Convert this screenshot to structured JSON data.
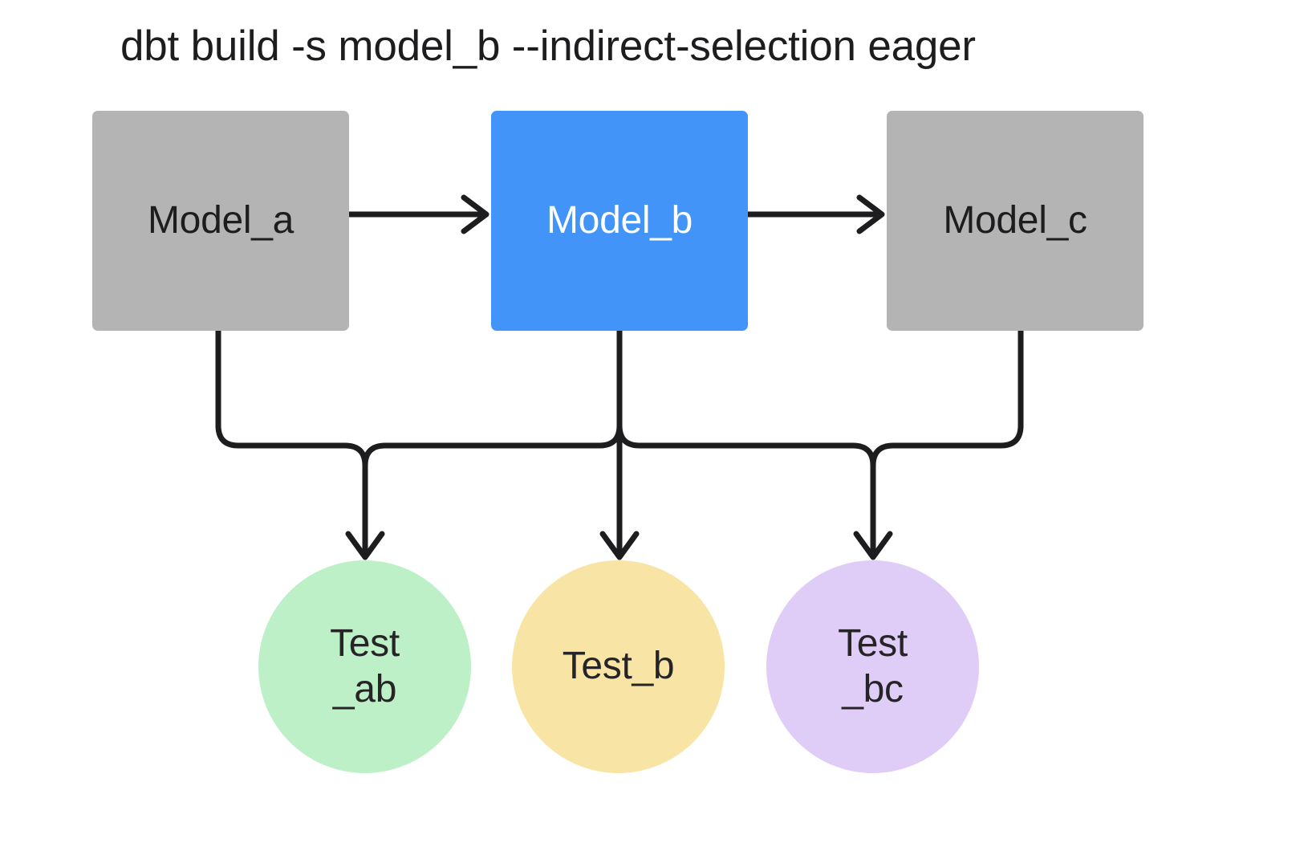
{
  "diagram": {
    "title": "dbt build -s model_b --indirect-selection eager",
    "background": "#ffffff",
    "edge_color": "#1d1d1f"
  },
  "models": [
    {
      "id": "model_a",
      "label": "Model_a",
      "fill": "#b4b4b4",
      "text_color": "#1d1d1f",
      "selected": false
    },
    {
      "id": "model_b",
      "label": "Model_b",
      "fill": "#4294f8",
      "text_color": "#ffffff",
      "selected": true
    },
    {
      "id": "model_c",
      "label": "Model_c",
      "fill": "#b4b4b4",
      "text_color": "#1d1d1f",
      "selected": false
    }
  ],
  "tests": [
    {
      "id": "test_ab",
      "label": "Test\n_ab",
      "fill": "#bef0c8",
      "text_color": "#262427"
    },
    {
      "id": "test_b",
      "label": "Test_b",
      "fill": "#f8e5a5",
      "text_color": "#262427"
    },
    {
      "id": "test_bc",
      "label": "Test\n_bc",
      "fill": "#dfcdf8",
      "text_color": "#262427"
    }
  ],
  "edges": [
    {
      "from": "model_a",
      "to": "model_b",
      "style": "straight-arrow"
    },
    {
      "from": "model_b",
      "to": "model_c",
      "style": "straight-arrow"
    },
    {
      "from": "model_a",
      "to": "test_ab",
      "style": "elbow-arrow"
    },
    {
      "from": "model_b",
      "to": "test_ab",
      "style": "elbow-arrow"
    },
    {
      "from": "model_b",
      "to": "test_b",
      "style": "straight-arrow"
    },
    {
      "from": "model_b",
      "to": "test_bc",
      "style": "elbow-arrow"
    },
    {
      "from": "model_c",
      "to": "test_bc",
      "style": "elbow-arrow"
    }
  ]
}
